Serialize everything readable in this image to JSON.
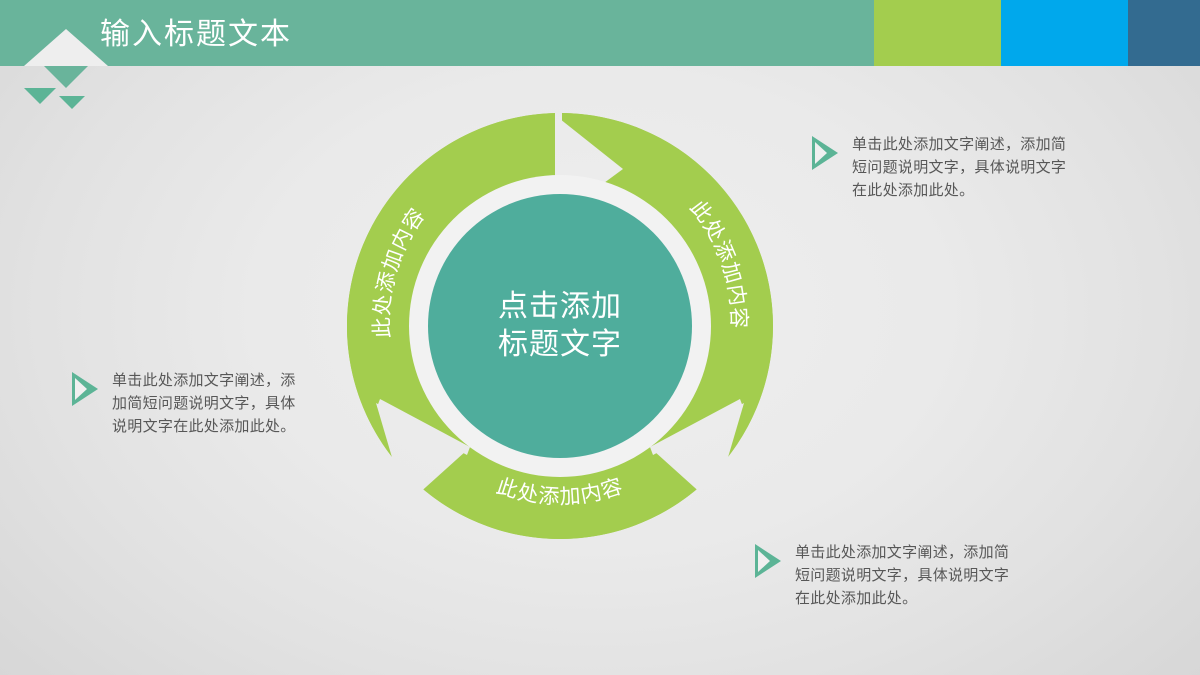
{
  "header": {
    "title": "输入标题文本",
    "band_color": "#69b49b",
    "blocks": [
      {
        "name": "green",
        "color": "#a3cd4e"
      },
      {
        "name": "blue",
        "color": "#00a8ec"
      },
      {
        "name": "navy",
        "color": "#336b90"
      }
    ]
  },
  "diagram": {
    "type": "cycle",
    "ring_color": "#a3cd4e",
    "center_color": "#4fad9c",
    "center_title_line1": "点击添加",
    "center_title_line2": "标题文字",
    "segments": [
      {
        "id": "left",
        "label": "此处添加内容"
      },
      {
        "id": "right",
        "label": "此处添加内容"
      },
      {
        "id": "bottom",
        "label": "此处添加内容"
      }
    ]
  },
  "callouts": [
    {
      "id": "top-right",
      "icon": "play-arrow-icon",
      "lines": [
        "单击此处添加文字阐述，添加简",
        "短问题说明文字，具体说明文字",
        "在此处添加此处。"
      ],
      "text": "单击此处添加文字阐述，添加简短问题说明文字，具体说明文字在此处添加此处。"
    },
    {
      "id": "left",
      "icon": "play-arrow-icon",
      "lines": [
        "单击此处添加文字阐述，添",
        "加简短问题说明文字，具体",
        "说明文字在此处添加此处。"
      ],
      "text": "单击此处添加文字阐述，添加简短问题说明文字，具体说明文字在此处添加此处。"
    },
    {
      "id": "bottom-right",
      "icon": "play-arrow-icon",
      "lines": [
        "单击此处添加文字阐述，添加简",
        "短问题说明文字，具体说明文字",
        "在此处添加此处。"
      ],
      "text": "单击此处添加文字阐述，添加简短问题说明文字，具体说明文字在此处添加此处。"
    }
  ],
  "colors": {
    "teal": "#69b49b",
    "green": "#a3cd4e",
    "blue": "#00a8ec",
    "navy": "#336b90",
    "center_teal": "#4fad9c",
    "text_gray": "#575757",
    "background": "#e6e6e6"
  }
}
